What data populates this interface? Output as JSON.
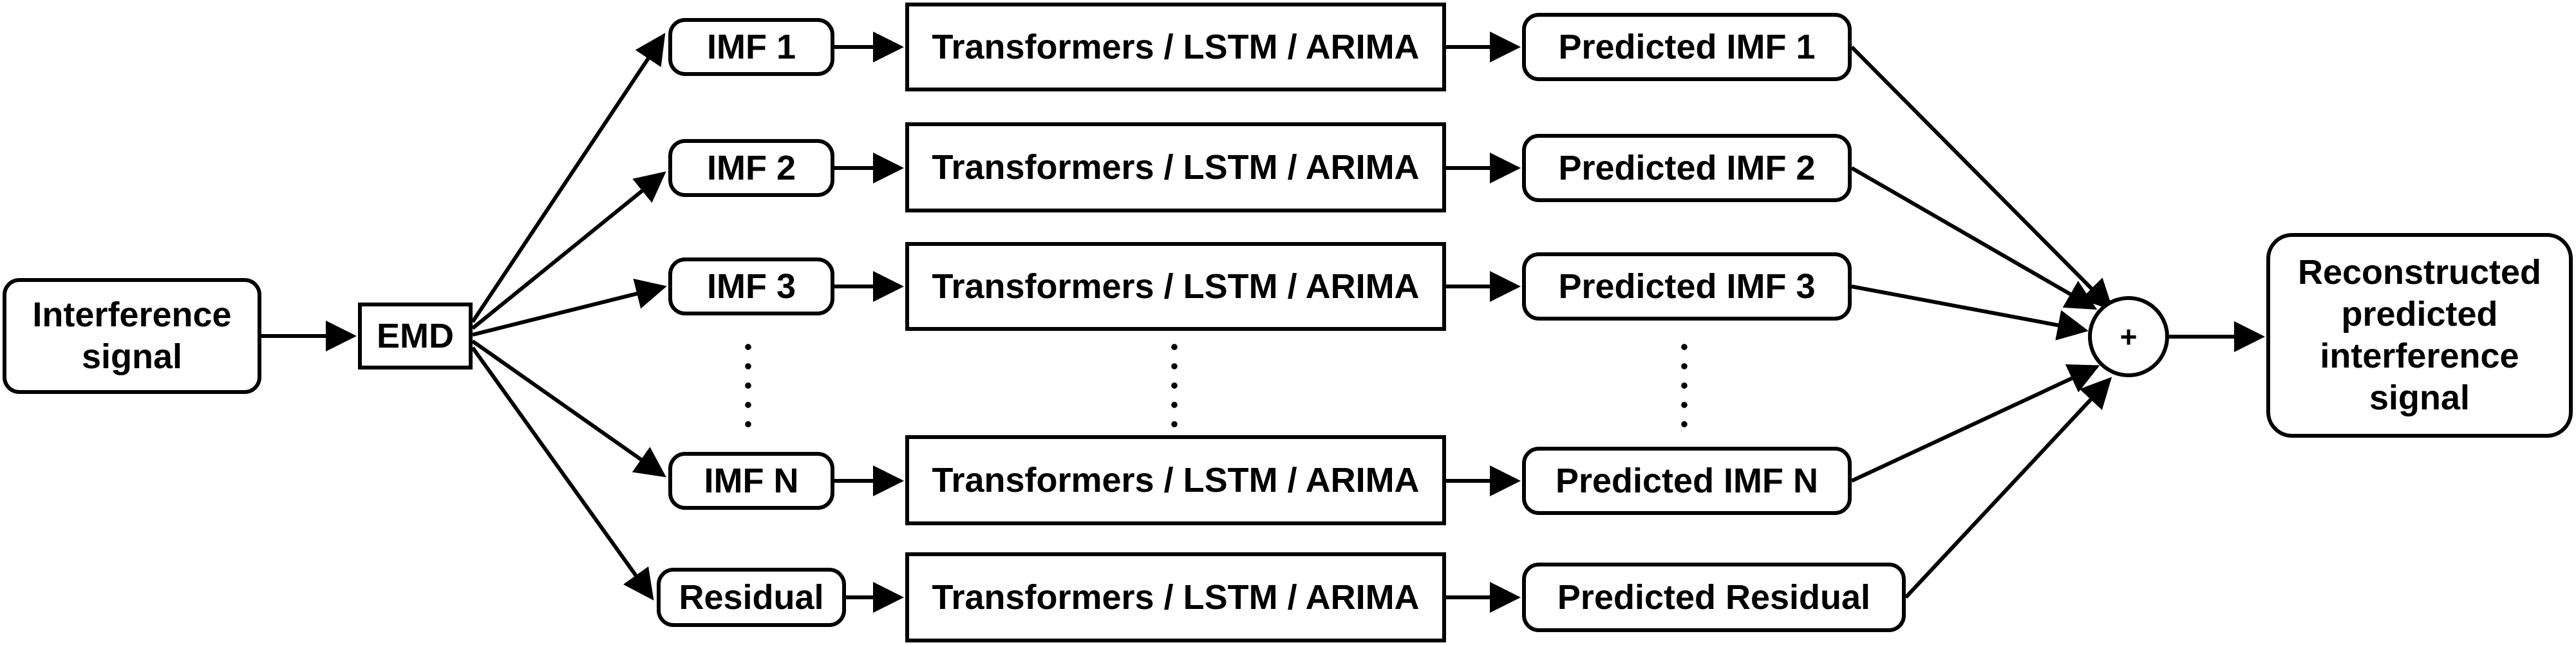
{
  "input": {
    "label": "Interference signal"
  },
  "emd": {
    "label": "EMD"
  },
  "branches": [
    {
      "imf": "IMF 1",
      "model": "Transformers / LSTM / ARIMA",
      "pred": "Predicted IMF 1"
    },
    {
      "imf": "IMF 2",
      "model": "Transformers / LSTM / ARIMA",
      "pred": "Predicted IMF 2"
    },
    {
      "imf": "IMF 3",
      "model": "Transformers / LSTM / ARIMA",
      "pred": "Predicted IMF 3"
    },
    {
      "imf": "IMF N",
      "model": "Transformers / LSTM / ARIMA",
      "pred": "Predicted IMF N"
    },
    {
      "imf": "Residual",
      "model": "Transformers / LSTM / ARIMA",
      "pred": "Predicted Residual"
    }
  ],
  "sum": {
    "symbol": "+"
  },
  "output": {
    "label": "Reconstructed predicted interference signal"
  }
}
